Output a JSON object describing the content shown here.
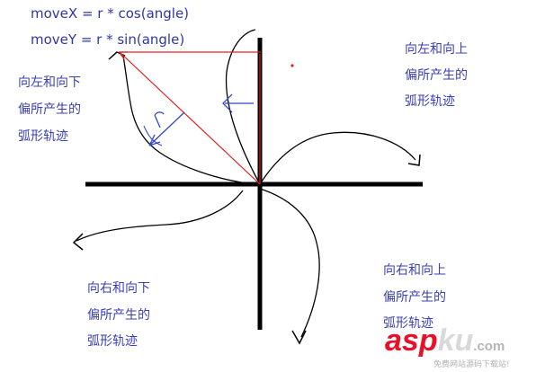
{
  "formulas": {
    "move_x": "moveX = r * cos(angle)",
    "move_y": "moveY = r * sin(angle)"
  },
  "quadrants": {
    "top_left": [
      "向左和向下",
      "偏所产生的",
      "弧形轨迹"
    ],
    "top_right": [
      "向左和向上",
      "偏所产生的",
      "弧形轨迹"
    ],
    "bottom_left": [
      "向右和向下",
      "偏所产生的",
      "弧形轨迹"
    ],
    "bottom_right": [
      "向右和向上",
      "偏所产生的",
      "弧形轨迹"
    ]
  },
  "radius_label": "r",
  "watermark": {
    "brand_red": "asp",
    "brand_gray": "ku",
    "brand_tld": ".com",
    "tagline": "免费网站源码下载站!"
  },
  "colors": {
    "ink": "#000000",
    "text_blue": "#3b3fb5",
    "arrow_blue": "#2f46c8",
    "radius_red": "#e02020",
    "watermark_red": "#e8102a"
  }
}
